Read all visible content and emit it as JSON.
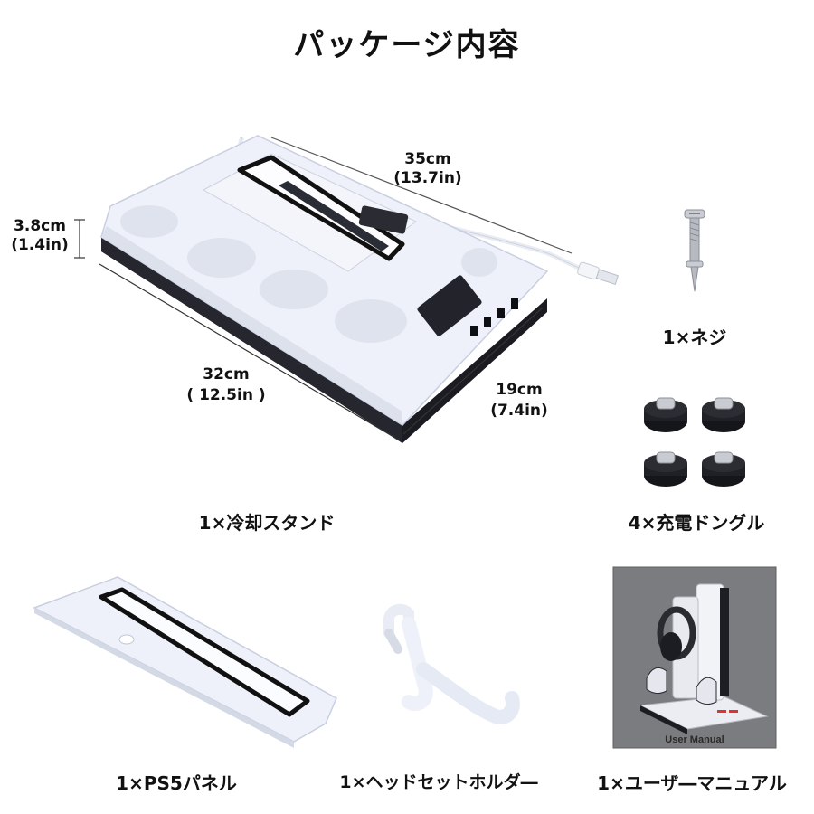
{
  "title": "パッケージ内容",
  "dimensions": {
    "length_cm": "35cm",
    "length_in": "(13.7in)",
    "height_cm": "3.8cm",
    "height_in": "(1.4in)",
    "width_cm": "32cm",
    "width_in": "( 12.5in )",
    "depth_cm": "19cm",
    "depth_in": "(7.4in)"
  },
  "items": {
    "stand": "1×冷却スタンド",
    "screw": "1×ネジ",
    "dongles": "4×充電ドングル",
    "panel": "1×PS5パネル",
    "headset_holder": "1×ヘッドセットホルダ―",
    "manual": "1×ユーザ―マニュアル"
  },
  "manual_cover_text": "User Manual",
  "colors": {
    "product_white": "#eef1fa",
    "product_shadow": "#c9cfe0",
    "dark_base": "#1b1c22",
    "manual_bg": "#7b7c80"
  }
}
